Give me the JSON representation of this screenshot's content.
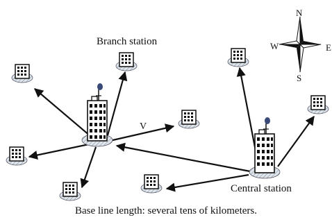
{
  "labels": {
    "branch_station": "Branch station",
    "central_station": "Central station",
    "vector": "V"
  },
  "compass": {
    "north": "N",
    "south": "S",
    "west": "W",
    "east": "E"
  },
  "caption": "Base line length: several tens of kilometers.",
  "colors": {
    "line": "#111111",
    "building_fill": "#ffffff",
    "pad_fill": "#d6dde4",
    "dish": "#3a4a78"
  },
  "icons": {
    "hub_tower": "tall-building-with-antenna-icon",
    "station": "small-building-icon",
    "compass": "compass-rose-icon"
  }
}
